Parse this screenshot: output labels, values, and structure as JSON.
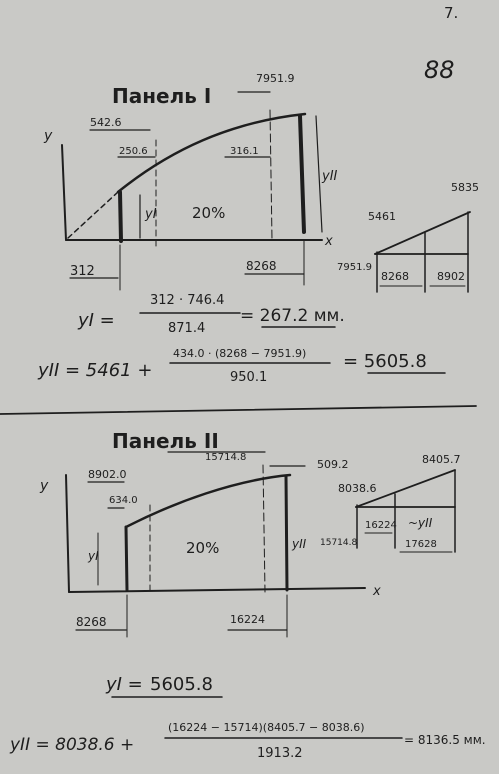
{
  "page": {
    "number": "7.",
    "folio": "88"
  },
  "panel1": {
    "title": "Панель I",
    "labels": {
      "y_axis": "y",
      "x_axis": "x",
      "top_dim": "7951.9",
      "top_left": "542.6",
      "mid_left": "250.6",
      "mid_right": "316.1",
      "y_left": "yI",
      "y_right": "yII",
      "pct": "20%",
      "bottom_left": "312",
      "bottom_right": "8268"
    },
    "side": {
      "top": "5835",
      "left": "5461",
      "b1": "7951.9",
      "b2": "8268",
      "b3": "8902"
    },
    "eq1": {
      "lhs": "yI =",
      "num": "312 · 746.4",
      "den": "871.4",
      "res": "= 267.2 мм."
    },
    "eq2": {
      "lhs": "yII = 5461 +",
      "num": "434.0 · (8268 − 7951.9)",
      "den": "950.1",
      "res": "= 5605.8"
    }
  },
  "panel2": {
    "title": "Панель II",
    "labels": {
      "y_axis": "y",
      "x_axis": "x",
      "top_mid": "15714.8",
      "top_right": "509.2",
      "top_left": "8902.0",
      "small_left": "634.0",
      "y_left": "yI",
      "y_right": "yII",
      "pct": "20%",
      "bottom_left": "8268",
      "bottom_right": "16224"
    },
    "side": {
      "top": "8405.7",
      "left": "8038.6",
      "b1": "15714.8",
      "b2": "16224",
      "b3": "17628",
      "mid": "~yII"
    },
    "eq1": {
      "lhs": "yI =",
      "val": "5605.8"
    },
    "eq2": {
      "lhs": "yII = 8038.6 +",
      "num": "(16224 − 15714)(8405.7 − 8038.6)",
      "den": "1913.2",
      "res": "= 8136.5 мм."
    }
  }
}
